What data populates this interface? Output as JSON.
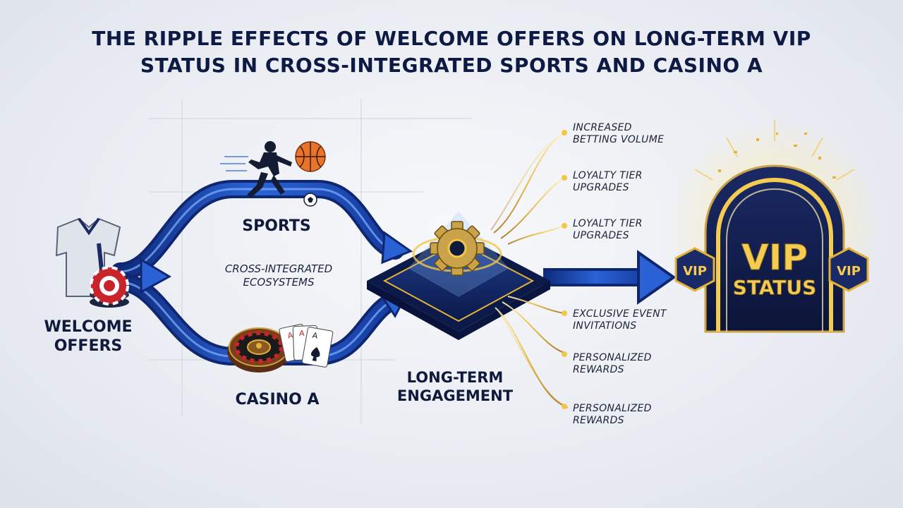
{
  "title_line1": "THE RIPPLE EFFECTS OF WELCOME OFFERS ON LONG-TERM VIP",
  "title_line2": "STATUS IN CROSS-INTEGRATED SPORTS AND CASINO A",
  "nodes": {
    "welcome_line1": "WELCOME",
    "welcome_line2": "OFFERS",
    "sports": "SPORTS",
    "casino": "CASINO A",
    "ecosystem_line1": "CROSS-INTEGRATED",
    "ecosystem_line2": "ECOSYSTEMS",
    "engagement_line1": "LONG-TERM",
    "engagement_line2": "ENGAGEMENT"
  },
  "benefits": [
    {
      "line1": "INCREASED",
      "line2": "BETTING VOLUME"
    },
    {
      "line1": "LOYALTY TIER",
      "line2": "UPGRADES"
    },
    {
      "line1": "LOYALTY TIER",
      "line2": "UPGRADES"
    },
    {
      "line1": "EXCLUSIVE EVENT",
      "line2": "INVITATIONS"
    },
    {
      "line1": "PERSONALIZED",
      "line2": "REWARDS"
    },
    {
      "line1": "PERSONALIZED",
      "line2": "REWARDS"
    }
  ],
  "vip": {
    "badge_left": "VIP",
    "badge_right": "VIP",
    "main_line1": "VIP",
    "main_line2": "STATUS"
  },
  "colors": {
    "navy": "#0d1a44",
    "arrow_blue": "#1f4fb8",
    "gold": "#e2b23a"
  },
  "icons": [
    "jersey-icon",
    "casino-chip-icon",
    "soccer-player-icon",
    "basketball-icon",
    "soccer-ball-icon",
    "roulette-wheel-icon",
    "playing-cards-icon",
    "gear-icon",
    "sparkle-icon"
  ]
}
